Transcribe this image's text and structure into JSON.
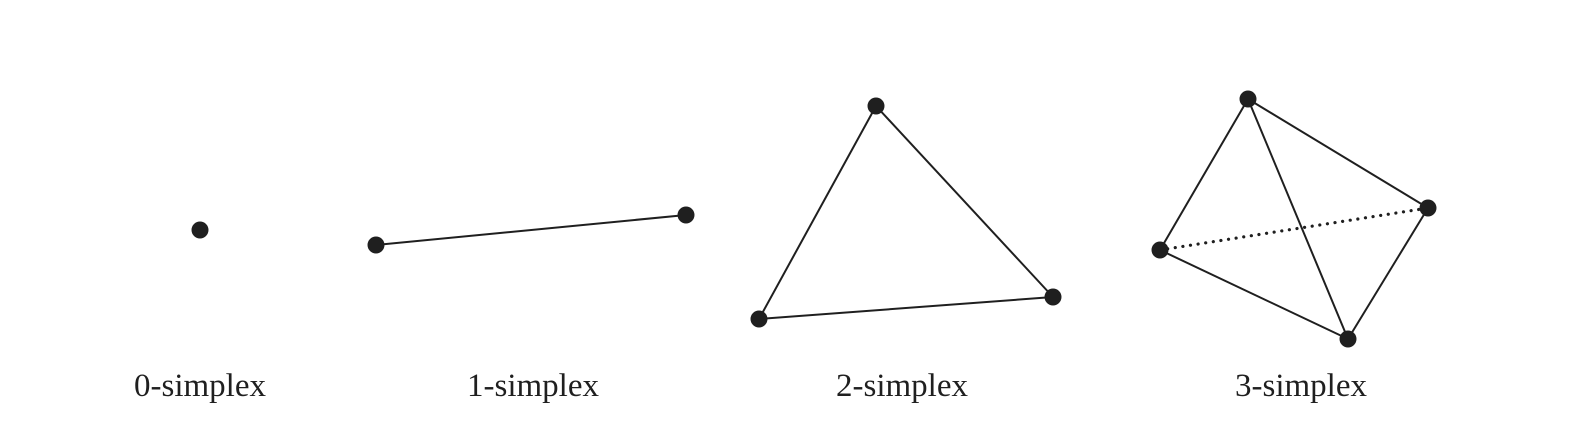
{
  "simplices": [
    {
      "label": "0-simplex"
    },
    {
      "label": "1-simplex"
    },
    {
      "label": "2-simplex"
    },
    {
      "label": "3-simplex"
    }
  ],
  "colors": {
    "ink": "#1f1f1f",
    "background": "#ffffff"
  }
}
